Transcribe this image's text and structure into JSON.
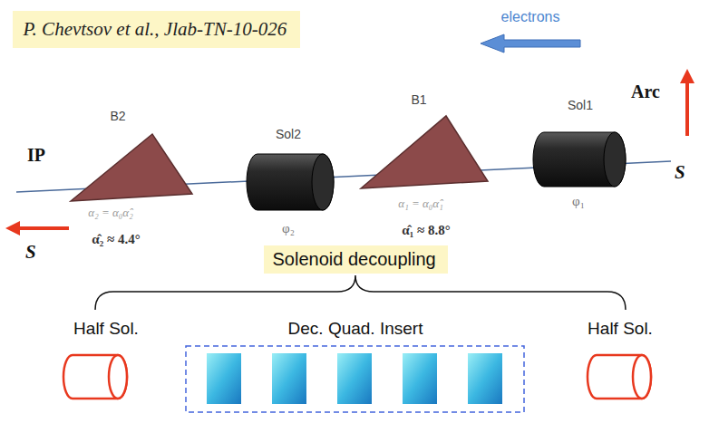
{
  "diagram": {
    "nodes": [
      {
        "text": [
          "P. Chevtsov et al., Jlab-TN-10-026"
        ]
      },
      {
        "text": [
          "Solenoid decoupling"
        ]
      }
    ],
    "labels": [
      "electrons",
      "B2",
      "Sol2",
      "B1",
      "Sol1",
      "IP",
      "Arc",
      "α₂ = α₀α̂₂",
      "α̂₂ ≈ 4.4°",
      "φ₂",
      "α₁ = α₀α̂₁",
      "α̂₁ ≈ 8.8°",
      "φ₁",
      "S⃗",
      "S⃗",
      "Half Sol.",
      "Dec. Quad. Insert",
      "Half Sol."
    ]
  }
}
